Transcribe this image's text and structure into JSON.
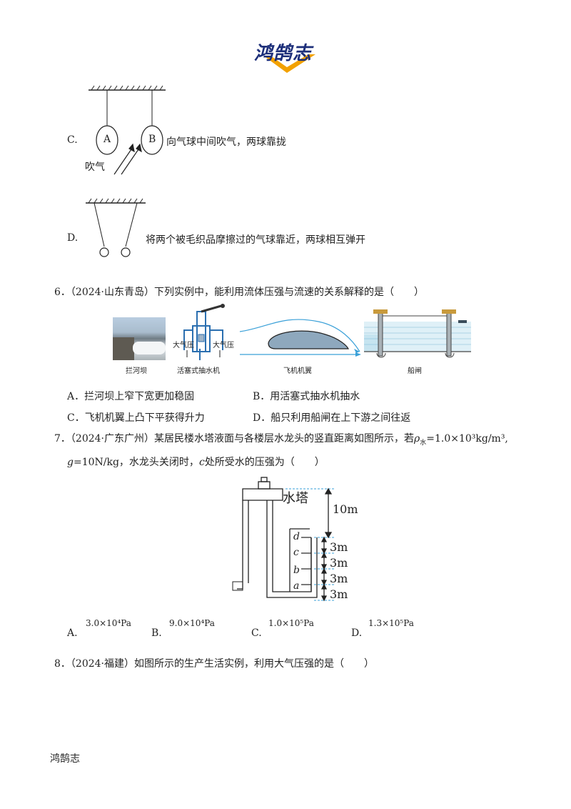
{
  "header": {
    "logo_text": "鸿鹄志"
  },
  "q5": {
    "option_c": {
      "letter": "C.",
      "ball_a": "A",
      "ball_b": "B",
      "blow_label": "吹气",
      "text": "向气球中间吹气，两球靠拢"
    },
    "option_d": {
      "letter": "D.",
      "text": "将两个被毛织品摩擦过的气球靠近，两球相互弹开"
    }
  },
  "q6": {
    "stem": "6．（2024·山东青岛）下列实例中，能利用流体压强与流速的关系解释的是（　　）",
    "figure_captions": [
      "拦河坝",
      "活塞式抽水机",
      "飞机机翼",
      "船闸"
    ],
    "pump_labels": [
      "大气压",
      "大气压"
    ],
    "options": [
      "A．拦河坝上窄下宽更加稳固",
      "B．用活塞式抽水机抽水",
      "C．飞机机翼上凸下平获得升力",
      "D．船只利用船闸在上下游之间往返"
    ]
  },
  "q7": {
    "stem_line1_prefix": "7．（2024·广东广州）某居民楼水塔液面与各楼层水龙头的竖直距离如图所示，若",
    "rho": "ρ",
    "rho_sub": "水",
    "stem_line1_suffix": "=1.0×10³kg/m³,",
    "g_label": "g",
    "stem_line2_suffix": "=10N/kg，水龙头关闭时，",
    "c_label": "c",
    "stem_line2_end": "处所受水的压强为（　　）",
    "figure": {
      "tower_label": "水塔",
      "heights": [
        "10m",
        "3m",
        "3m",
        "3m",
        "3m"
      ],
      "points": [
        "d",
        "c",
        "b",
        "a"
      ]
    },
    "options": [
      {
        "letter": "A.",
        "value": "3.0×10⁴Pa"
      },
      {
        "letter": "B.",
        "value": "9.0×10⁴Pa"
      },
      {
        "letter": "C.",
        "value": "1.0×10⁵Pa"
      },
      {
        "letter": "D.",
        "value": "1.3×10⁵Pa"
      }
    ]
  },
  "q8": {
    "stem": "8．（2024·福建）如图所示的生产生活实例，利用大气压强的是（　　）"
  },
  "footer": {
    "text": "鸿鹄志"
  }
}
